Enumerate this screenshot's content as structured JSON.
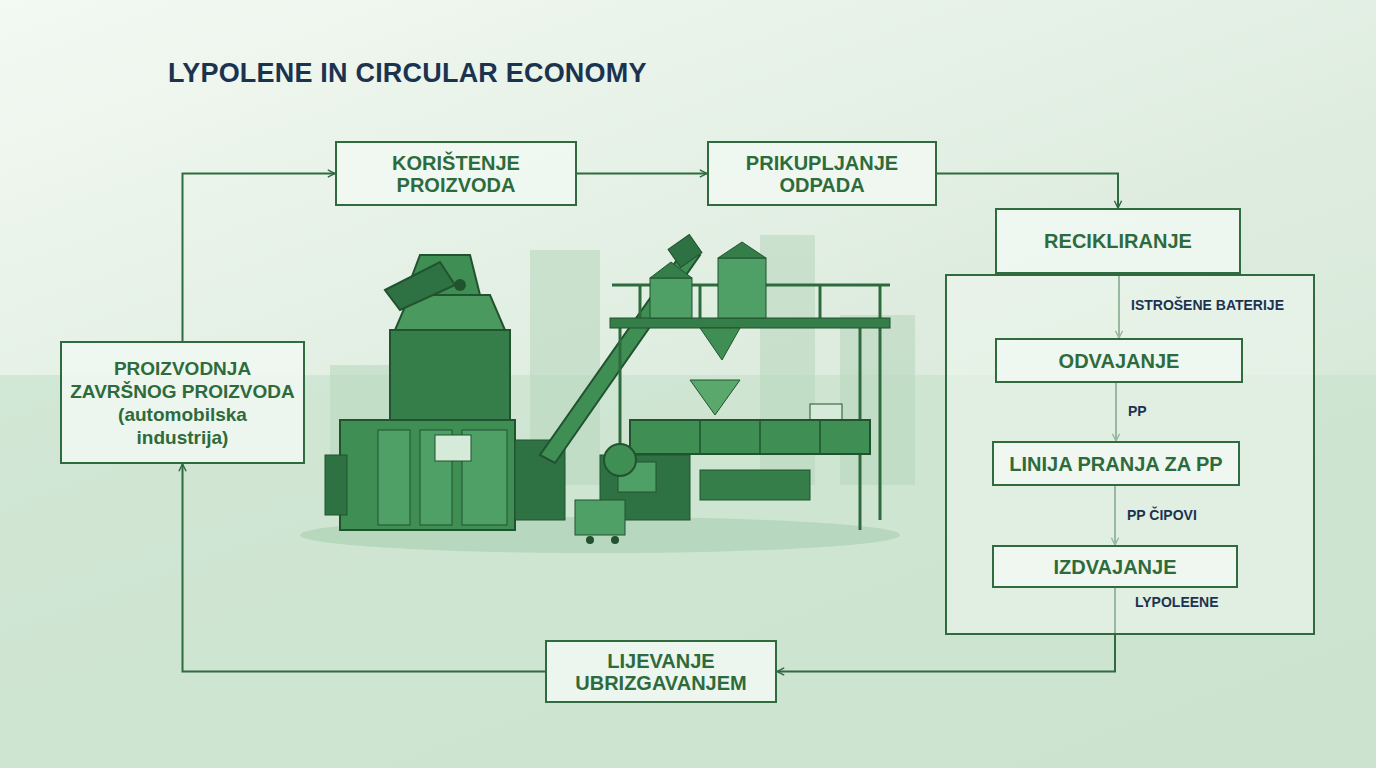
{
  "diagram": {
    "title": "LYPOLENE IN CIRCULAR ECONOMY",
    "nodes": [
      {
        "text": [
          "KORIŠTENJE PROIZVODA"
        ]
      },
      {
        "text": [
          "PRIKUPLJANJE ODPADA"
        ]
      },
      {
        "text": [
          "RECIKLIRANJE"
        ]
      },
      {
        "text": [
          "ODVAJANJE"
        ],
        "in": 2
      },
      {
        "text": [
          "LINIJA PRANJA ZA PP"
        ],
        "in": 2
      },
      {
        "text": [
          "IZDVAJANJE"
        ],
        "in": 2
      },
      {
        "text": [
          "LIJEVANJE UBRIZGAVANJEM"
        ]
      },
      {
        "text": [
          "PROIZVODNJA ZAVRŠNOG PROIZVODA (automobilska industrija)"
        ]
      }
    ],
    "edges": [
      {
        "from": 7,
        "to": 0,
        "arrow": "to"
      },
      {
        "from": 0,
        "to": 1,
        "arrow": "to"
      },
      {
        "from": 1,
        "to": 2,
        "arrow": "to"
      },
      {
        "from": 2,
        "to": 3,
        "label": "ISTROŠENE BATERIJE",
        "arrow": "to"
      },
      {
        "from": 3,
        "to": 4,
        "label": "PP",
        "arrow": "to"
      },
      {
        "from": 4,
        "to": 5,
        "label": "PP ČIPOVI",
        "arrow": "to"
      },
      {
        "from": 5,
        "to": 6,
        "label": "LYPOLEENE",
        "arrow": "to"
      },
      {
        "from": 6,
        "to": 7,
        "arrow": "to"
      }
    ]
  }
}
